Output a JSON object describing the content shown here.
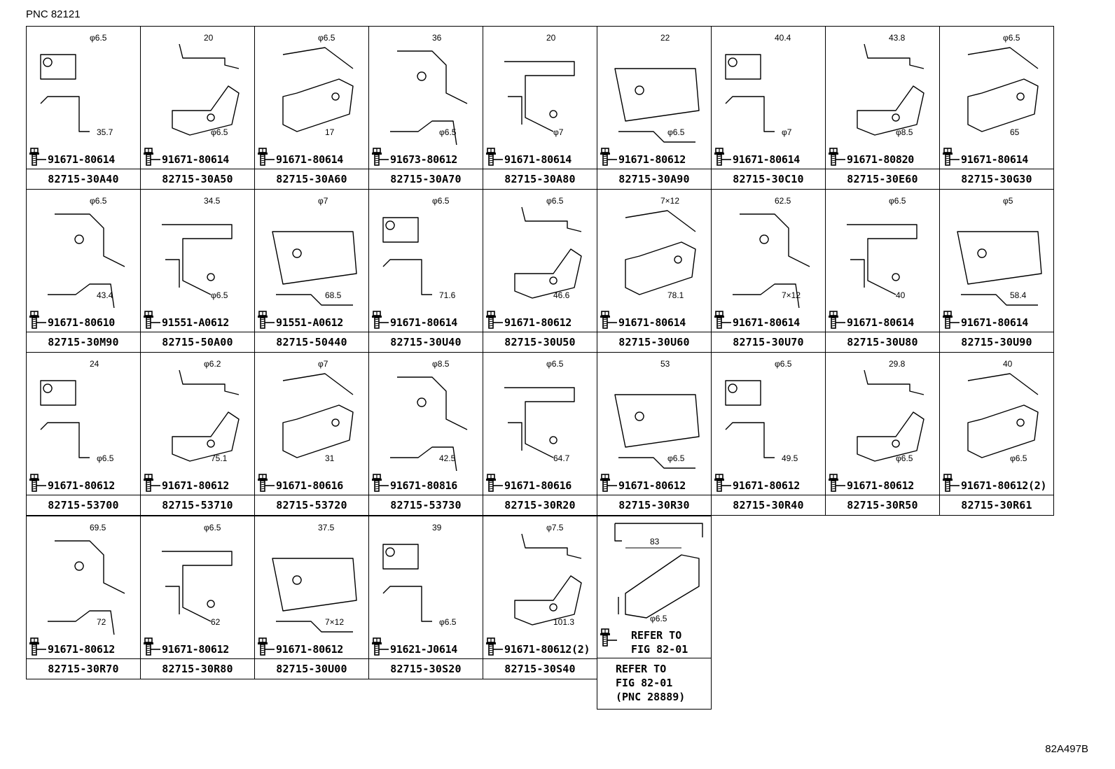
{
  "pnc_label": "PNC 82121",
  "illustration_code": "82A497B",
  "cells": [
    {
      "part": "82715-30A40",
      "bolt": "91671-80614",
      "dims": [
        "φ6.5",
        "35.7"
      ]
    },
    {
      "part": "82715-30A50",
      "bolt": "91671-80614",
      "dims": [
        "20",
        "φ6.5"
      ]
    },
    {
      "part": "82715-30A60",
      "bolt": "91671-80614",
      "dims": [
        "φ6.5",
        "17"
      ]
    },
    {
      "part": "82715-30A70",
      "bolt": "91673-80612",
      "dims": [
        "36",
        "φ6.5"
      ]
    },
    {
      "part": "82715-30A80",
      "bolt": "91671-80614",
      "dims": [
        "20",
        "φ7"
      ]
    },
    {
      "part": "82715-30A90",
      "bolt": "91671-80612",
      "dims": [
        "22",
        "φ6.5"
      ]
    },
    {
      "part": "82715-30C10",
      "bolt": "91671-80614",
      "dims": [
        "40.4",
        "φ7"
      ]
    },
    {
      "part": "82715-30E60",
      "bolt": "91671-80820",
      "dims": [
        "43.8",
        "φ8.5"
      ]
    },
    {
      "part": "82715-30G30",
      "bolt": "91671-80614",
      "dims": [
        "φ6.5",
        "65"
      ]
    },
    {
      "part": "82715-30M90",
      "bolt": "91671-80610",
      "dims": [
        "φ6.5",
        "43.4"
      ]
    },
    {
      "part": "82715-50A00",
      "bolt": "91551-A0612",
      "dims": [
        "34.5",
        "φ6.5"
      ]
    },
    {
      "part": "82715-50440",
      "bolt": "91551-A0612",
      "dims": [
        "φ7",
        "68.5"
      ]
    },
    {
      "part": "82715-30U40",
      "bolt": "91671-80614",
      "dims": [
        "φ6.5",
        "71.6"
      ]
    },
    {
      "part": "82715-30U50",
      "bolt": "91671-80612",
      "dims": [
        "φ6.5",
        "46.6"
      ]
    },
    {
      "part": "82715-30U60",
      "bolt": "91671-80614",
      "dims": [
        "7×12",
        "78.1"
      ]
    },
    {
      "part": "82715-30U70",
      "bolt": "91671-80614",
      "dims": [
        "62.5",
        "7×12"
      ]
    },
    {
      "part": "82715-30U80",
      "bolt": "91671-80614",
      "dims": [
        "φ6.5",
        "40"
      ]
    },
    {
      "part": "82715-30U90",
      "bolt": "91671-80614",
      "dims": [
        "φ5",
        "58.4"
      ]
    },
    {
      "part": "82715-53700",
      "bolt": "91671-80612",
      "dims": [
        "24",
        "φ6.5"
      ]
    },
    {
      "part": "82715-53710",
      "bolt": "91671-80612",
      "dims": [
        "φ6.2",
        "75.1"
      ]
    },
    {
      "part": "82715-53720",
      "bolt": "91671-80616",
      "dims": [
        "φ7",
        "31"
      ]
    },
    {
      "part": "82715-53730",
      "bolt": "91671-80816",
      "dims": [
        "φ8.5",
        "42.5"
      ]
    },
    {
      "part": "82715-30R20",
      "bolt": "91671-80616",
      "dims": [
        "φ6.5",
        "64.7"
      ]
    },
    {
      "part": "82715-30R30",
      "bolt": "91671-80612",
      "dims": [
        "53",
        "φ6.5"
      ]
    },
    {
      "part": "82715-30R40",
      "bolt": "91671-80612",
      "dims": [
        "φ6.5",
        "49.5"
      ]
    },
    {
      "part": "82715-30R50",
      "bolt": "91671-80612",
      "dims": [
        "29.8",
        "φ6.5"
      ]
    },
    {
      "part": "82715-30R61",
      "bolt": "91671-80612(2)",
      "dims": [
        "40",
        "φ6.5"
      ]
    },
    {
      "part": "82715-30R70",
      "bolt": "91671-80612",
      "dims": [
        "69.5",
        "72"
      ]
    },
    {
      "part": "82715-30R80",
      "bolt": "91671-80612",
      "dims": [
        "φ6.5",
        "62"
      ]
    },
    {
      "part": "82715-30U00",
      "bolt": "91671-80612",
      "dims": [
        "37.5",
        "7×12"
      ]
    },
    {
      "part": "82715-30S20",
      "bolt": "91621-J0614",
      "dims": [
        "39",
        "φ6.5"
      ]
    },
    {
      "part": "82715-30S40",
      "bolt": "91671-80612(2)",
      "dims": [
        "φ7.5",
        "101.3"
      ]
    }
  ],
  "refer_cell": {
    "dims": [
      "83",
      "φ6.5"
    ],
    "bolt_note": "REFER TO\nFIG 82-01",
    "label": "REFER TO\nFIG 82-01\n(PNC 28889)"
  }
}
